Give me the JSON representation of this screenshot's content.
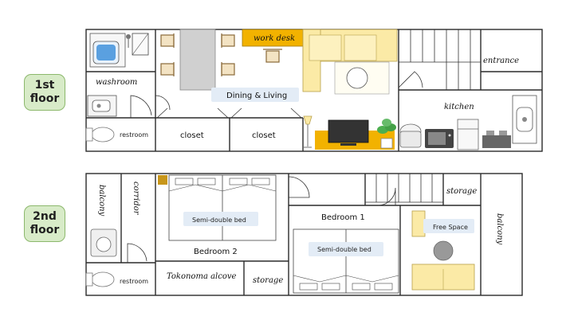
{
  "floors": {
    "first": {
      "badge": "1st\nfloor",
      "rooms": {
        "washroom": "washroom",
        "restroom": "restroom",
        "closet_a": "closet",
        "closet_b": "closet",
        "work_desk": "work desk",
        "dining_living": "Dining & Living",
        "kitchen": "kitchen",
        "entrance": "entrance"
      }
    },
    "second": {
      "badge": "2nd\nfloor",
      "rooms": {
        "balcony_left": "balcony",
        "corridor": "corridor",
        "restroom": "restroom",
        "bed_label_a": "Semi-double bed",
        "bedroom2": "Bedroom 2",
        "tokonoma": "Tokonoma alcove",
        "storage_a": "storage",
        "bedroom1": "Bedroom 1",
        "bed_label_b": "Semi-double bed",
        "storage_b": "storage",
        "free_space": "Free Space",
        "balcony_right": "balcony"
      }
    }
  },
  "colors": {
    "wall": "#2b2b2b",
    "sofa": "#fbeaa6",
    "desk": "#f2b200",
    "label_box": "#e3ecf6",
    "badge_fill": "#d8ebc8",
    "badge_border": "#8cb86c",
    "table_gray": "#d0d0d0",
    "tv": "#333333",
    "plant": "#4caf50",
    "bath": "#5aa0e0"
  },
  "icons": [
    "bathtub-icon",
    "washbasin-icon",
    "toilet-icon",
    "washing-machine-icon",
    "tv-icon",
    "plant-icon",
    "floor-lamp-icon",
    "rice-cooker-icon",
    "microwave-icon",
    "fridge-icon",
    "stove-icon",
    "sink-icon",
    "chair-icon",
    "sofa-icon",
    "bed-icon"
  ]
}
